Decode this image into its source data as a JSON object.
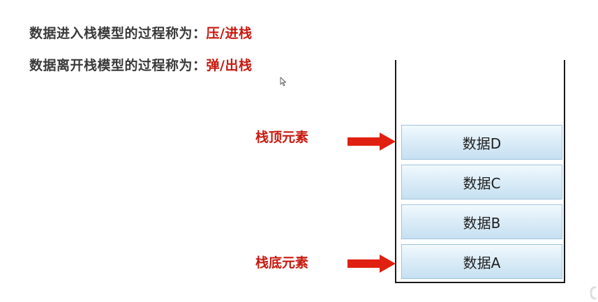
{
  "lines": {
    "push": {
      "prefix": "数据进入栈模型的过程称为：",
      "value": "压/进栈"
    },
    "pop": {
      "prefix": "数据离开栈模型的过程称为：",
      "value": "弹/出栈"
    }
  },
  "stack": {
    "cells": [
      "数据D",
      "数据C",
      "数据B",
      "数据A"
    ]
  },
  "labels": {
    "top": "栈顶元素",
    "bottom": "栈底元素"
  },
  "colors": {
    "accent_red": "#c8190f",
    "arrow_red": "#e02010",
    "cell_blue": "#c6e0f1"
  }
}
